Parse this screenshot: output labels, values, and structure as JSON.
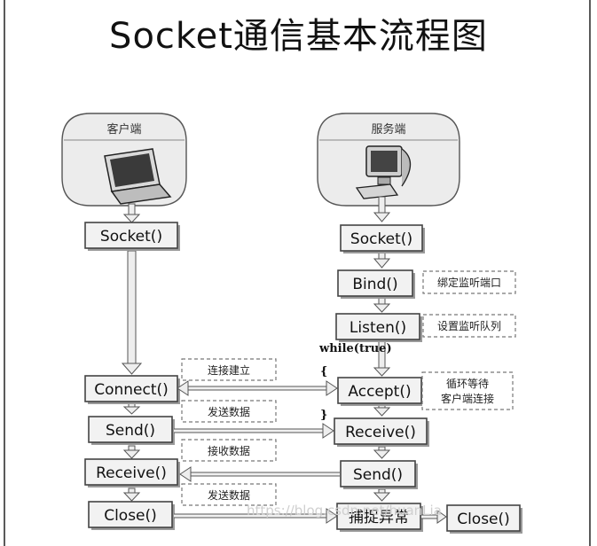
{
  "title": "Socket通信基本流程图",
  "client": {
    "header": "客户端",
    "icon": "laptop-icon",
    "steps": {
      "socket": "Socket()",
      "connect": "Connect()",
      "send": "Send()",
      "receive": "Receive()",
      "close": "Close()"
    }
  },
  "server": {
    "header": "服务端",
    "icon": "desktop-computer-icon",
    "steps": {
      "socket": "Socket()",
      "bind": "Bind()",
      "listen": "Listen()",
      "accept": "Accept()",
      "receive": "Receive()",
      "send": "Send()",
      "catch": "捕捉异常",
      "close": "Close()"
    },
    "notes": {
      "bind": "绑定监听端口",
      "listen": "设置监听队列",
      "accept_line1": "循环等待",
      "accept_line2": "客户端连接"
    },
    "loop": {
      "while": "while(true)",
      "open": "{",
      "close": "}"
    }
  },
  "messages": {
    "connect": "连接建立",
    "send": "发送数据",
    "receive": "接收数据",
    "close": "发送数据"
  },
  "watermark": "https://blog.csdn.net/huanLia"
}
